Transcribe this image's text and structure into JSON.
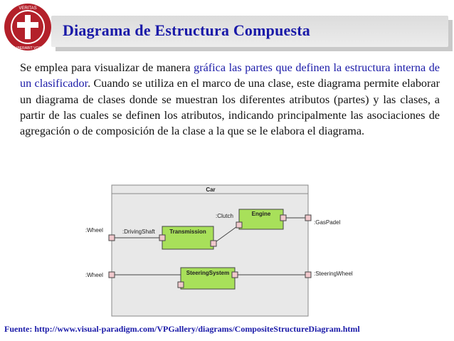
{
  "header": {
    "logo_text_top": "VERITAS",
    "logo_text_bottom": "LIBERABIT VOS",
    "title": "Diagrama de Estructura Compuesta"
  },
  "paragraph": {
    "part1": "Se emplea para visualizar de manera ",
    "highlight1": "gráfica las partes que definen la estructura interna de un clasificador",
    "part2": ". Cuando se utiliza en el marco de una clase, este diagrama permite elaborar un diagrama de clases donde se muestran los diferentes atributos (partes) y  las clases, a partir de las cuales se definen los atributos, indicando principalmente las asociaciones de agregación o de composición de la clase a la que se le elabora el diagrama."
  },
  "diagram": {
    "class_name": "Car",
    "parts": {
      "transmission": "Transmission",
      "engine": "Engine",
      "steering": "SteeringSystem"
    },
    "labels": {
      "wheel1": ":Wheel",
      "wheel2": ":Wheel",
      "driving_shaft": ":DrivingShaft",
      "clutch": ":Clutch",
      "gas_padel": ":GasPadel",
      "steering_wheel": ":SteeringWheel"
    },
    "colors": {
      "part_fill": "#a8e05a",
      "port_fill": "#f0c8cc",
      "frame": "#e6e6e6"
    }
  },
  "footer": {
    "source": "Fuente: http://www.visual-paradigm.com/VPGallery/diagrams/CompositeStructureDiagram.html"
  }
}
